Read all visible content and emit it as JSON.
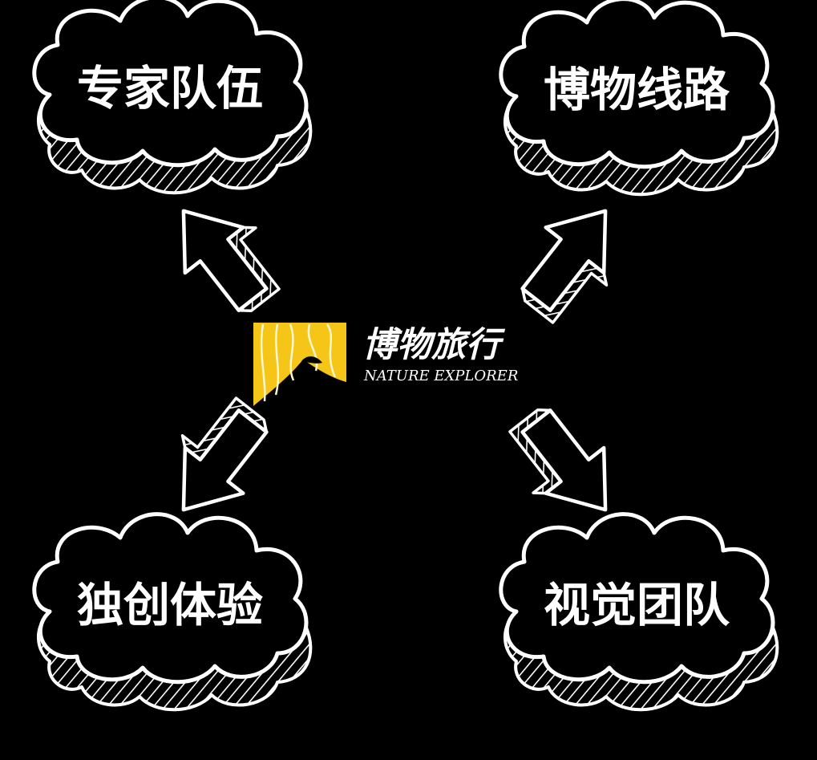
{
  "center": {
    "brand_name": "博物旅行",
    "brand_english": "NATURE EXPLORER",
    "logo_color": "#f5c518"
  },
  "clouds": {
    "top_left": "专家队伍",
    "top_right": "博物线路",
    "bottom_left": "独创体验",
    "bottom_right": "视觉团队"
  },
  "colors": {
    "background": "#000000",
    "stroke": "#ffffff",
    "accent": "#f5c518"
  }
}
